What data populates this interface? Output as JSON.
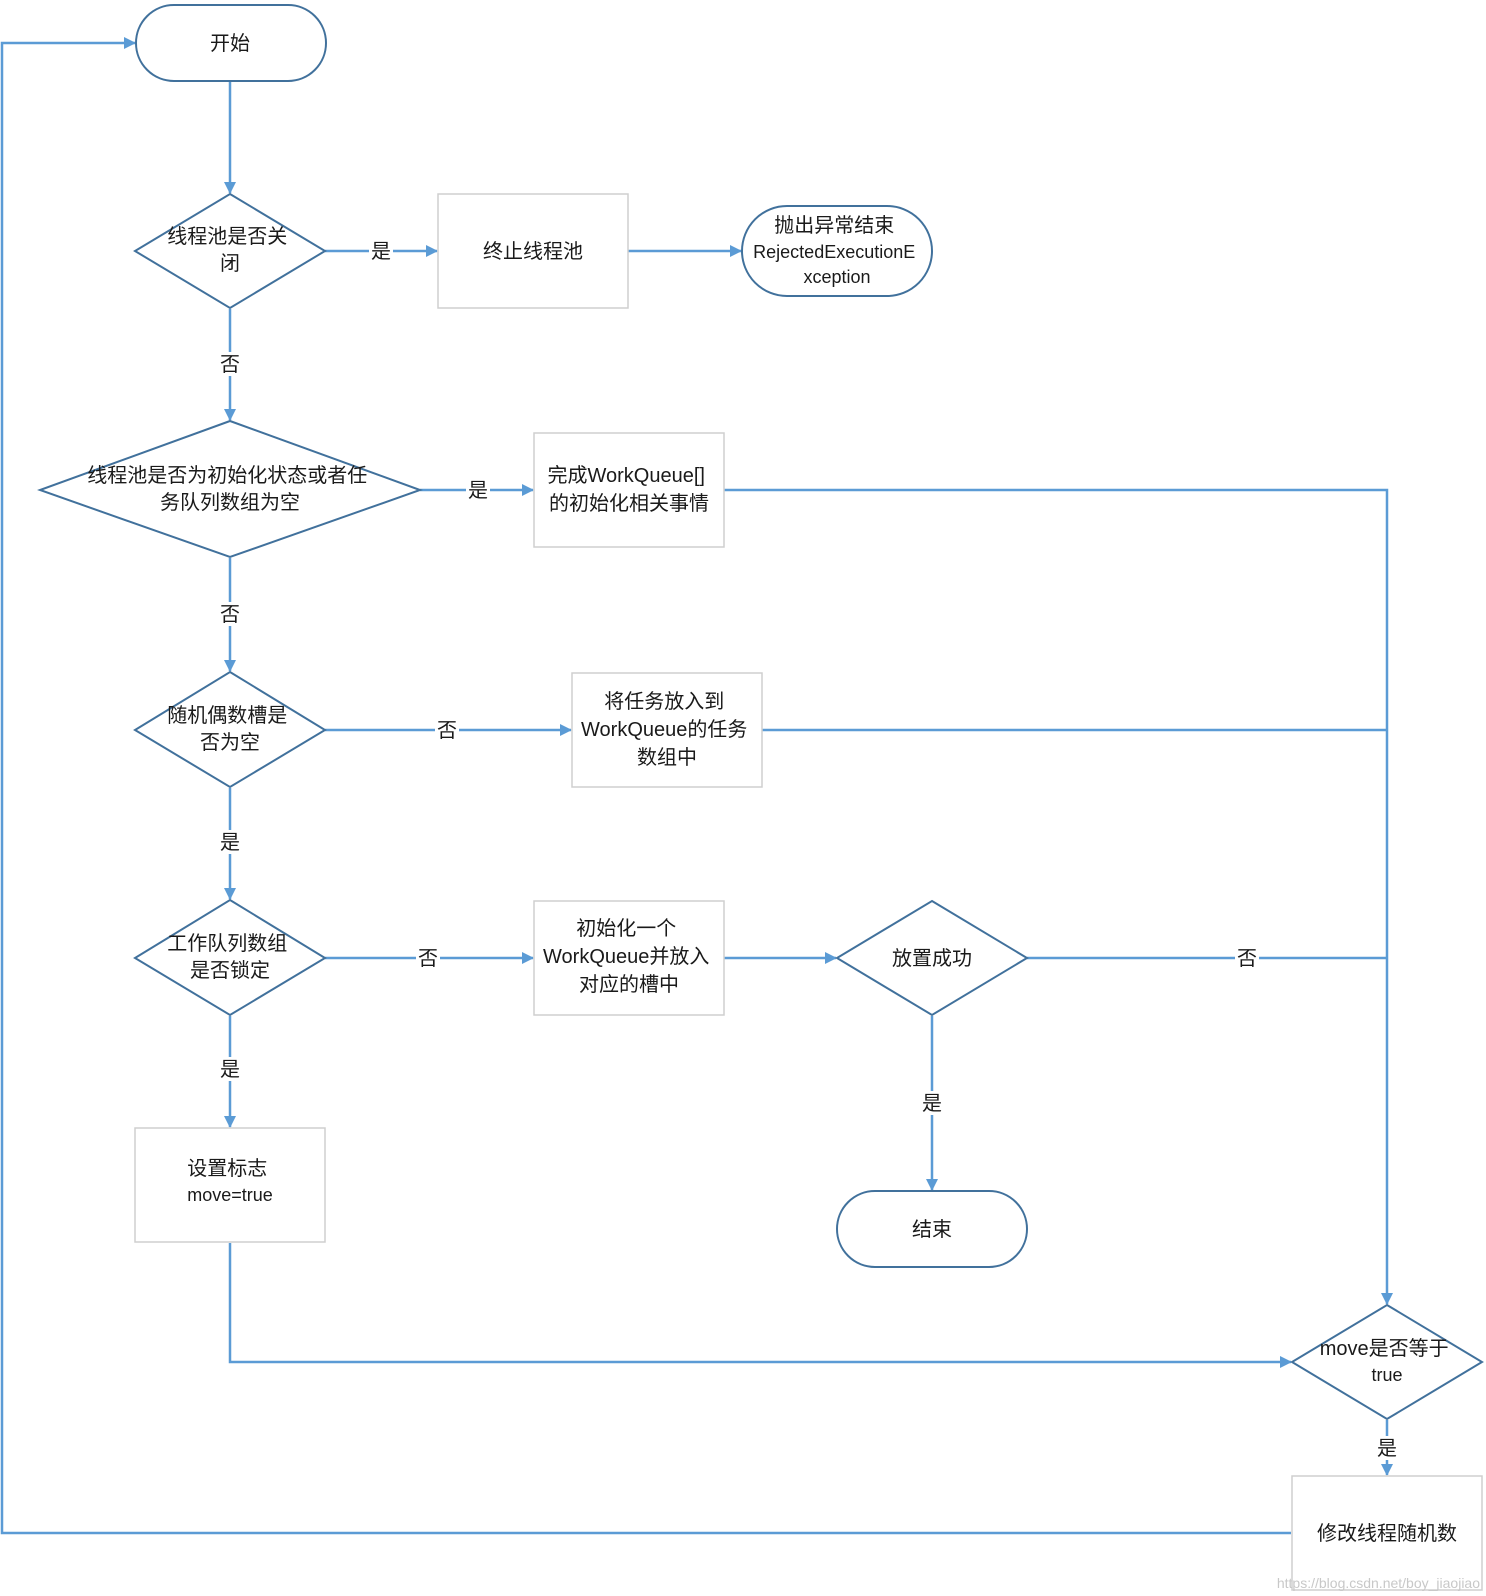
{
  "nodes": {
    "start": {
      "lines": [
        "开始"
      ]
    },
    "pool_closed": {
      "lines": [
        "线程池是否关",
        "闭"
      ]
    },
    "terminate_pool": {
      "lines": [
        "终止线程池"
      ]
    },
    "throw_exception": {
      "lines": [
        "抛出异常结束",
        "RejectedExecutionE",
        "xception"
      ]
    },
    "pool_init_check": {
      "lines": [
        "线程池是否为初始化状态或者任",
        "务队列数组为空"
      ]
    },
    "complete_init": {
      "lines": [
        "完成WorkQueue[]",
        "的初始化相关事情"
      ]
    },
    "random_slot_empty": {
      "lines": [
        "随机偶数槽是",
        "否为空"
      ]
    },
    "put_task": {
      "lines": [
        "将任务放入到",
        "WorkQueue的任务",
        "数组中"
      ]
    },
    "queue_locked": {
      "lines": [
        "工作队列数组",
        "是否锁定"
      ]
    },
    "init_queue": {
      "lines": [
        "初始化一个",
        "WorkQueue并放入",
        "对应的槽中"
      ]
    },
    "place_success": {
      "lines": [
        "放置成功"
      ]
    },
    "set_flag": {
      "lines": [
        "设置标志",
        "move=true"
      ]
    },
    "end": {
      "lines": [
        "结束"
      ]
    },
    "move_check": {
      "lines": [
        "move是否等于",
        "true"
      ]
    },
    "modify_random": {
      "lines": [
        "修改线程随机数"
      ]
    }
  },
  "edge_labels": {
    "closed_yes": "是",
    "closed_no": "否",
    "init_yes": "是",
    "init_no": "否",
    "slot_no": "否",
    "slot_yes": "是",
    "locked_no": "否",
    "locked_yes": "是",
    "success_no": "否",
    "success_yes": "是",
    "move_yes": "是"
  },
  "watermark": "https://blog.csdn.net/boy_jiaojiao",
  "colors": {
    "edge": "#5b9bd5",
    "shape_border": "#41719c",
    "process_border": "#cfcfcf"
  }
}
